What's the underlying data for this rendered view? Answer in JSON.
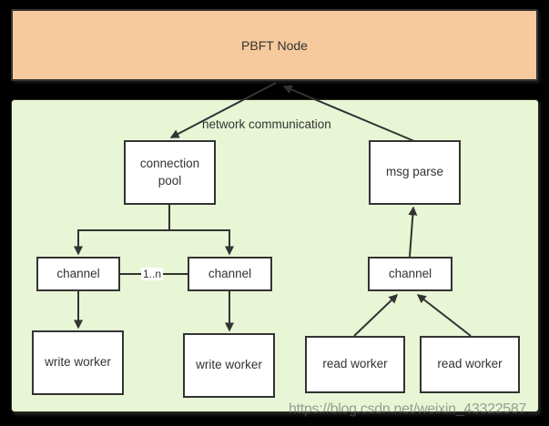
{
  "diagram": {
    "pbft_node": "PBFT Node",
    "edge_label": "network communication",
    "multiplicity": "1..n",
    "nodes": {
      "connection_pool": "connection pool",
      "msg_parse": "msg parse",
      "channel_left": "channel",
      "channel_middle": "channel",
      "channel_right": "channel",
      "write_worker_left": "write worker",
      "write_worker_right": "write worker",
      "read_worker_left": "read worker",
      "read_worker_right": "read worker"
    },
    "watermark": "https://blog.csdn.net/weixin_43322587",
    "colors": {
      "background": "#000000",
      "pbft_fill": "#F6CA9C",
      "panel_fill": "#E8F6D6",
      "box_fill": "#FFFFFF",
      "border": "#333333",
      "text": "#333333",
      "watermark_text": "#666666"
    }
  }
}
